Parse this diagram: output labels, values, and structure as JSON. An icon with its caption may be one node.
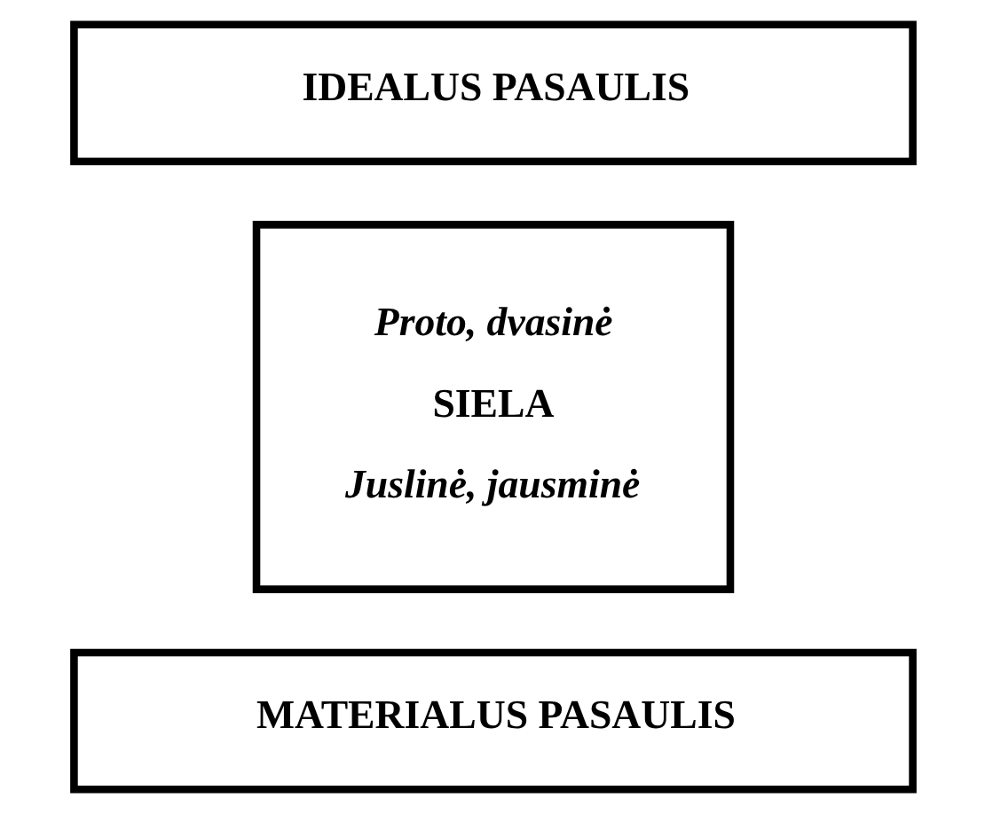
{
  "diagram": {
    "nodes": [
      {
        "text": [
          "IDEALUS PASAULIS"
        ]
      },
      {
        "text": [
          "Proto, dvasinė",
          "SIELA",
          "Juslinė, jausminė"
        ]
      },
      {
        "text": [
          "MATERIALUS PASAULIS"
        ]
      }
    ]
  }
}
